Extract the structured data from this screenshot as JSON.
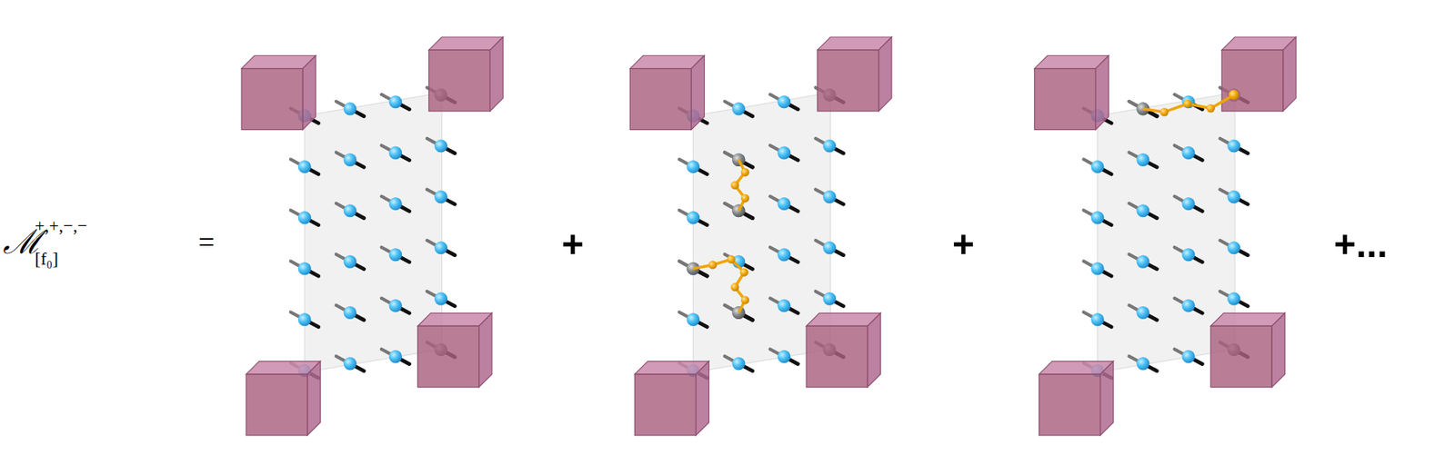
{
  "diagram": {
    "labels": [
      "ℳ",
      "+,+,−,−",
      "[f₀]",
      "=",
      "+",
      "+",
      "+..."
    ]
  }
}
